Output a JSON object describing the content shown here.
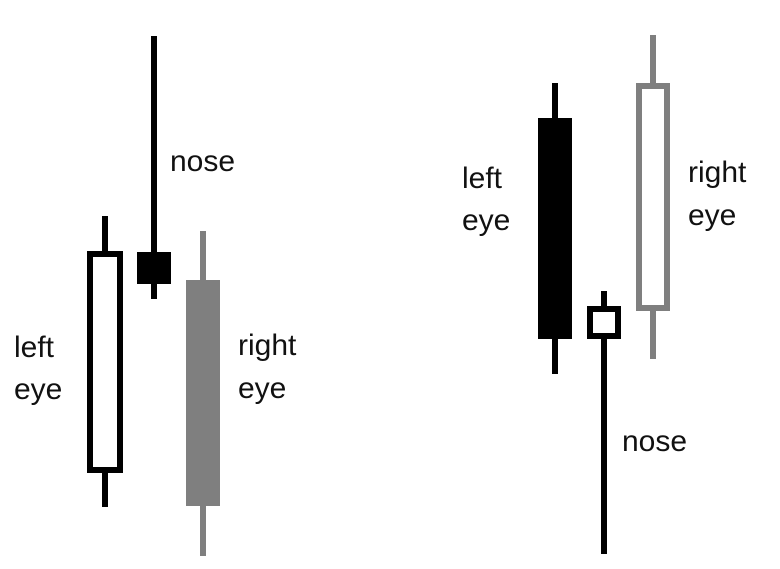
{
  "colors": {
    "background": "#ffffff",
    "black": "#000000",
    "gray": "#7f7f7f"
  },
  "left_pattern": {
    "nose_label": "nose",
    "left_eye_label": [
      "left",
      "eye"
    ],
    "right_eye_label": [
      "right",
      "eye"
    ],
    "candles": [
      {
        "part": "left-eye",
        "body": "hollow",
        "color": "black"
      },
      {
        "part": "nose",
        "body": "filled",
        "color": "black"
      },
      {
        "part": "right-eye",
        "body": "filled",
        "color": "gray"
      }
    ]
  },
  "right_pattern": {
    "nose_label": "nose",
    "left_eye_label": [
      "left",
      "eye"
    ],
    "right_eye_label": [
      "right",
      "eye"
    ],
    "candles": [
      {
        "part": "left-eye",
        "body": "filled",
        "color": "black"
      },
      {
        "part": "nose",
        "body": "hollow",
        "color": "black"
      },
      {
        "part": "right-eye",
        "body": "hollow",
        "color": "gray"
      }
    ]
  }
}
